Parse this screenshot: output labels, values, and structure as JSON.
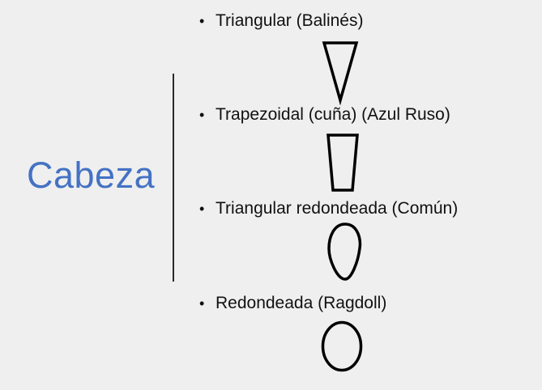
{
  "heading": "Cabeza",
  "items": [
    {
      "bullet": "•",
      "label": "Triangular (Balinés)",
      "shape": "inverted-triangle-icon"
    },
    {
      "bullet": "•",
      "label": "Trapezoidal (cuña) (Azul Ruso)",
      "shape": "trapezoid-icon"
    },
    {
      "bullet": "•",
      "label": "Triangular redondeada (Común)",
      "shape": "rounded-triangle-icon"
    },
    {
      "bullet": "•",
      "label": "Redondeada (Ragdoll)",
      "shape": "oval-icon"
    }
  ]
}
